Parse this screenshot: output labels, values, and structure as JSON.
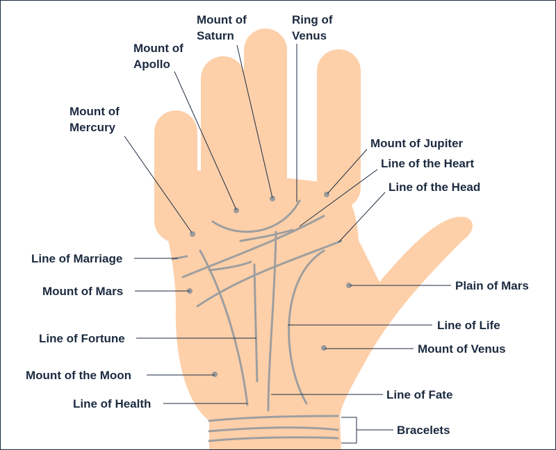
{
  "colors": {
    "skin": "#fdd0aa",
    "palm_line": "#9e9e9e",
    "text": "#1b2a3f",
    "border": "#1b2a3f"
  },
  "labels": {
    "mount_saturn": [
      "Mount of",
      "Saturn"
    ],
    "ring_venus": [
      "Ring of",
      "Venus"
    ],
    "mount_apollo": [
      "Mount of",
      "Apollo"
    ],
    "mount_mercury": [
      "Mount of",
      "Mercury"
    ],
    "mount_jupiter": "Mount of Jupiter",
    "line_heart": "Line of the Heart",
    "line_head": "Line of the Head",
    "line_marriage": "Line of Marriage",
    "mount_mars": "Mount of Mars",
    "plain_mars": "Plain of Mars",
    "line_life": "Line of Life",
    "line_fortune": "Line of Fortune",
    "mount_venus": "Mount of Venus",
    "mount_moon": "Mount of the Moon",
    "line_fate": "Line of Fate",
    "line_health": "Line of Health",
    "bracelets": "Bracelets"
  }
}
